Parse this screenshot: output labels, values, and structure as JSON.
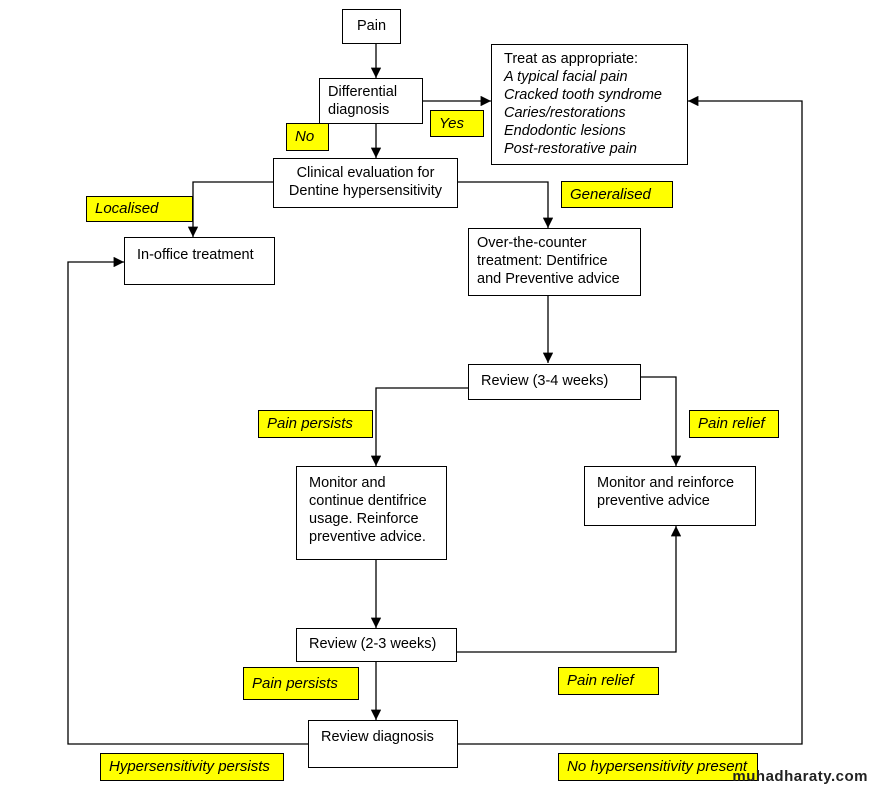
{
  "nodes": {
    "pain": "Pain",
    "differential": [
      "Differential",
      "diagnosis"
    ],
    "treat": {
      "heading": "Treat as appropriate:",
      "items": [
        "A typical facial pain",
        "Cracked tooth syndrome",
        "Caries/restorations",
        "Endodontic lesions",
        "Post-restorative pain"
      ]
    },
    "clinical": [
      "Clinical evaluation for",
      "Dentine hypersensitivity"
    ],
    "in_office": "In-office treatment",
    "otc": [
      "Over-the-counter",
      "treatment: Dentifrice",
      "and Preventive advice"
    ],
    "review_1": "Review (3-4 weeks)",
    "monitor_continue": [
      "Monitor and",
      "continue dentifrice",
      "usage. Reinforce",
      "preventive advice."
    ],
    "monitor_reinforce": [
      "Monitor and reinforce",
      "preventive advice"
    ],
    "review_2": "Review (2-3 weeks)",
    "review_diag": "Review diagnosis"
  },
  "labels": {
    "no": "No",
    "yes": "Yes",
    "localised": "Localised",
    "generalised": "Generalised",
    "pain_persists_1": "Pain persists",
    "pain_relief_1": "Pain relief",
    "pain_persists_2": "Pain persists",
    "pain_relief_2": "Pain relief",
    "hyper_persists": "Hypersensitivity persists",
    "no_hyper": "No hypersensitivity present"
  },
  "watermark": "muhadharaty.com",
  "colors": {
    "label_fill": "#ffff00",
    "stroke": "#000000"
  }
}
